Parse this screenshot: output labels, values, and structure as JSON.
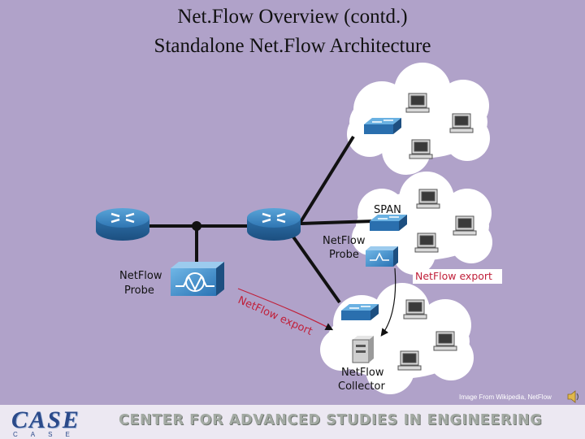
{
  "title_line1": "Net.Flow Overview (contd.)",
  "title_line2": "Standalone Net.Flow Architecture",
  "labels": {
    "span": "SPAN",
    "probe_upper_1": "NetFlow",
    "probe_upper_2": "Probe",
    "probe_left_1": "NetFlow",
    "probe_left_2": "Probe",
    "export_right": "NetFlow export",
    "export_curved": "NetFlow export",
    "collector_1": "NetFlow",
    "collector_2": "Collector"
  },
  "credit": "Image From Wikipedia, NetFlow",
  "footer": {
    "logo_text": "CASE",
    "logo_sub": "CASE",
    "banner": "CENTER FOR ADVANCED STUDIES IN ENGINEERING"
  },
  "icons": [
    "router-icon",
    "switch-icon",
    "pc-icon",
    "probe-icon",
    "collector-icon",
    "cloud-icon",
    "speaker-icon"
  ],
  "colors": {
    "background": "#b0a2c9",
    "export_text": "#c0203a",
    "device_blue": "#2a7fc1"
  }
}
